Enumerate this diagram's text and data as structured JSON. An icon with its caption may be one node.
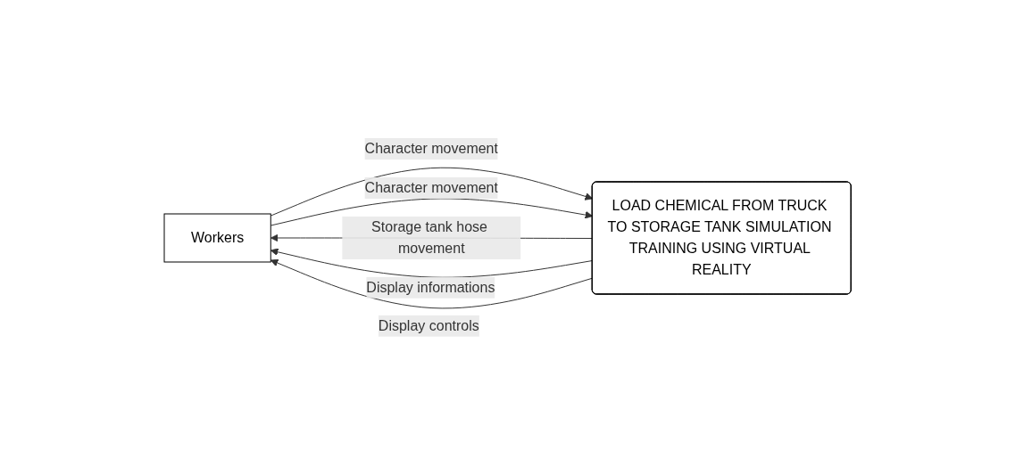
{
  "diagram": {
    "nodes": [
      {
        "text": [
          "Workers"
        ]
      },
      {
        "text": [
          "LOAD CHEMICAL FROM TRUCK TO STORAGE TANK SIMULATION TRAINING USING VIRTUAL REALITY"
        ]
      }
    ],
    "edges": [
      {
        "from": 0,
        "to": 1,
        "arrow": "to",
        "label": "Character movement"
      },
      {
        "from": 0,
        "to": 1,
        "arrow": "to",
        "label": "Character movement"
      },
      {
        "from": 1,
        "to": 0,
        "arrow": "to",
        "label": "Storage tank hose movement"
      },
      {
        "from": 1,
        "to": 0,
        "arrow": "to",
        "label": "Display informations"
      },
      {
        "from": 1,
        "to": 0,
        "arrow": "to",
        "label": "Display controls"
      }
    ]
  }
}
